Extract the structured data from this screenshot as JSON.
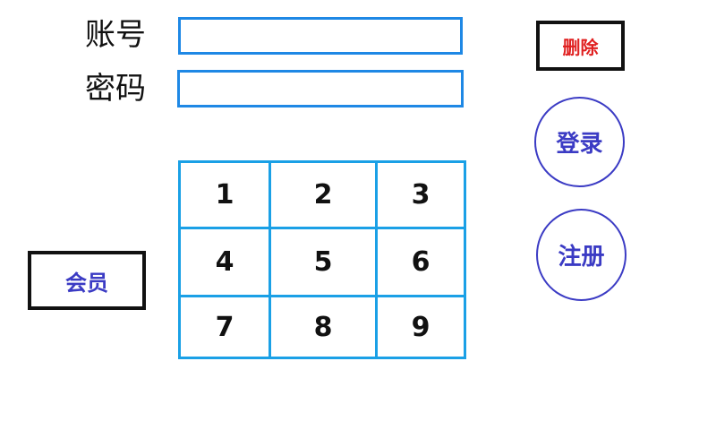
{
  "form": {
    "account_label": "账号",
    "password_label": "密码",
    "account_value": "",
    "password_value": ""
  },
  "buttons": {
    "delete": "删除",
    "login": "登录",
    "register": "注册",
    "member": "会员"
  },
  "keypad": {
    "keys": [
      "1",
      "2",
      "3",
      "4",
      "5",
      "6",
      "7",
      "8",
      "9"
    ]
  },
  "colors": {
    "field_border": "#1e88e5",
    "keypad_border": "#1aa0e6",
    "delete_text": "#e02020",
    "action_text": "#3b3bc4",
    "text": "#111111"
  }
}
